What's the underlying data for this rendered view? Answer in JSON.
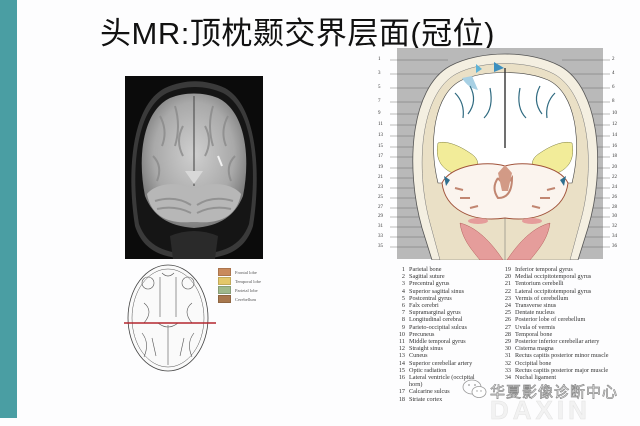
{
  "slide": {
    "title": "头MR:顶枕颞交界层面(冠位)",
    "accent_bar_color": "#4a9ea3"
  },
  "mri_image": {
    "description": "coronal T2 MRI at parieto-occipito-temporal junction"
  },
  "coronal_diagram": {
    "left_labels": [
      "1",
      "3",
      "5",
      "7",
      "9",
      "11",
      "13",
      "15",
      "17",
      "19",
      "21",
      "23",
      "25",
      "27",
      "29",
      "31",
      "33",
      "35"
    ],
    "right_labels": [
      "2",
      "4",
      "6",
      "8",
      "10",
      "12",
      "14",
      "16",
      "18",
      "20",
      "22",
      "24",
      "26",
      "28",
      "30",
      "32",
      "34",
      "36"
    ],
    "panel_color": "#b9b9b9"
  },
  "axial_legend": {
    "items": [
      {
        "label": "Frontal lobe",
        "color": "#c98a5c"
      },
      {
        "label": "Temporal lobe",
        "color": "#e3c76a"
      },
      {
        "label": "Parietal lobe",
        "color": "#9fb98c"
      },
      {
        "label": "Cerebellum",
        "color": "#a8784e"
      }
    ],
    "section_line_color": "#b3262e"
  },
  "key": {
    "col1": [
      {
        "n": "1",
        "text": "Parietal bone"
      },
      {
        "n": "2",
        "text": "Sagittal suture"
      },
      {
        "n": "3",
        "text": "Precentral gyrus"
      },
      {
        "n": "4",
        "text": "Superior sagittal sinus"
      },
      {
        "n": "5",
        "text": "Postcentral gyrus"
      },
      {
        "n": "6",
        "text": "Falx cerebri"
      },
      {
        "n": "7",
        "text": "Supramarginal gyrus"
      },
      {
        "n": "8",
        "text": "Longitudinal cerebral"
      },
      {
        "n": "9",
        "text": "Parieto-occipital sulcus"
      },
      {
        "n": "10",
        "text": "Precuneus"
      },
      {
        "n": "11",
        "text": "Middle temporal gyrus"
      },
      {
        "n": "12",
        "text": "Straight sinus"
      },
      {
        "n": "13",
        "text": "Cuneus"
      },
      {
        "n": "14",
        "text": "Superior cerebellar artery"
      },
      {
        "n": "15",
        "text": "Optic radiation"
      },
      {
        "n": "16",
        "text": "Lateral ventricle (occipital"
      },
      {
        "n": "",
        "text": "horn)"
      },
      {
        "n": "17",
        "text": "Calcarine sulcus"
      },
      {
        "n": "18",
        "text": "Striate cortex"
      }
    ],
    "col2": [
      {
        "n": "19",
        "text": "Inferior temporal gyrus"
      },
      {
        "n": "20",
        "text": "Medial occipitotemporal gyrus"
      },
      {
        "n": "21",
        "text": "Tentorium cerebelli"
      },
      {
        "n": "22",
        "text": "Lateral occipitotemporal gyrus"
      },
      {
        "n": "23",
        "text": "Vermis of cerebellum"
      },
      {
        "n": "24",
        "text": "Transverse sinus"
      },
      {
        "n": "25",
        "text": "Dentate nucleus"
      },
      {
        "n": "26",
        "text": "Posterior lobe of cerebellum"
      },
      {
        "n": "27",
        "text": "Uvula of vermis"
      },
      {
        "n": "28",
        "text": "Temporal bone"
      },
      {
        "n": "29",
        "text": "Posterior inferior cerebellar artery"
      },
      {
        "n": "30",
        "text": "Cisterna magna"
      },
      {
        "n": "31",
        "text": "Rectus capitis posterior minor muscle"
      },
      {
        "n": "32",
        "text": "Occipital bone"
      },
      {
        "n": "33",
        "text": "Rectus capitis posterior major muscle"
      },
      {
        "n": "34",
        "text": "Nuchal ligament"
      }
    ]
  },
  "watermark": {
    "text": "华夏影像诊断中心",
    "ghost_text": "DAXIN",
    "icon": "wechat-icon"
  }
}
